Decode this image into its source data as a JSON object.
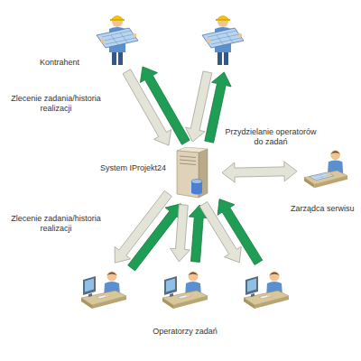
{
  "diagram": {
    "nodes": [
      {
        "text": [
          "Kontrahent"
        ]
      },
      {
        "text": []
      },
      {
        "text": [
          "System IProjekt24"
        ]
      },
      {
        "text": [
          "Zarządca serwisu"
        ]
      },
      {
        "text": []
      },
      {
        "text": []
      },
      {
        "text": []
      }
    ],
    "edges": [
      {
        "from": 0,
        "to": 2,
        "arrow": "to",
        "label": "Zlecenie zadania/historia realizacji"
      },
      {
        "from": 2,
        "to": 0,
        "arrow": "to"
      },
      {
        "from": 1,
        "to": 2,
        "arrow": "to"
      },
      {
        "from": 2,
        "to": 1,
        "arrow": "to"
      },
      {
        "from": 2,
        "to": 3,
        "arrow": "both",
        "label": "Przydzielanie operatorów do zadań"
      },
      {
        "from": 2,
        "to": 4,
        "arrow": "to",
        "label": "Zlecenie zadania/historia realizacji"
      },
      {
        "from": 4,
        "to": 2,
        "arrow": "to"
      },
      {
        "from": 2,
        "to": 5,
        "arrow": "to"
      },
      {
        "from": 5,
        "to": 2,
        "arrow": "to"
      },
      {
        "from": 2,
        "to": 6,
        "arrow": "to"
      },
      {
        "from": 6,
        "to": 2,
        "arrow": "to"
      }
    ],
    "labels": [
      "Operatorzy zadań"
    ]
  }
}
